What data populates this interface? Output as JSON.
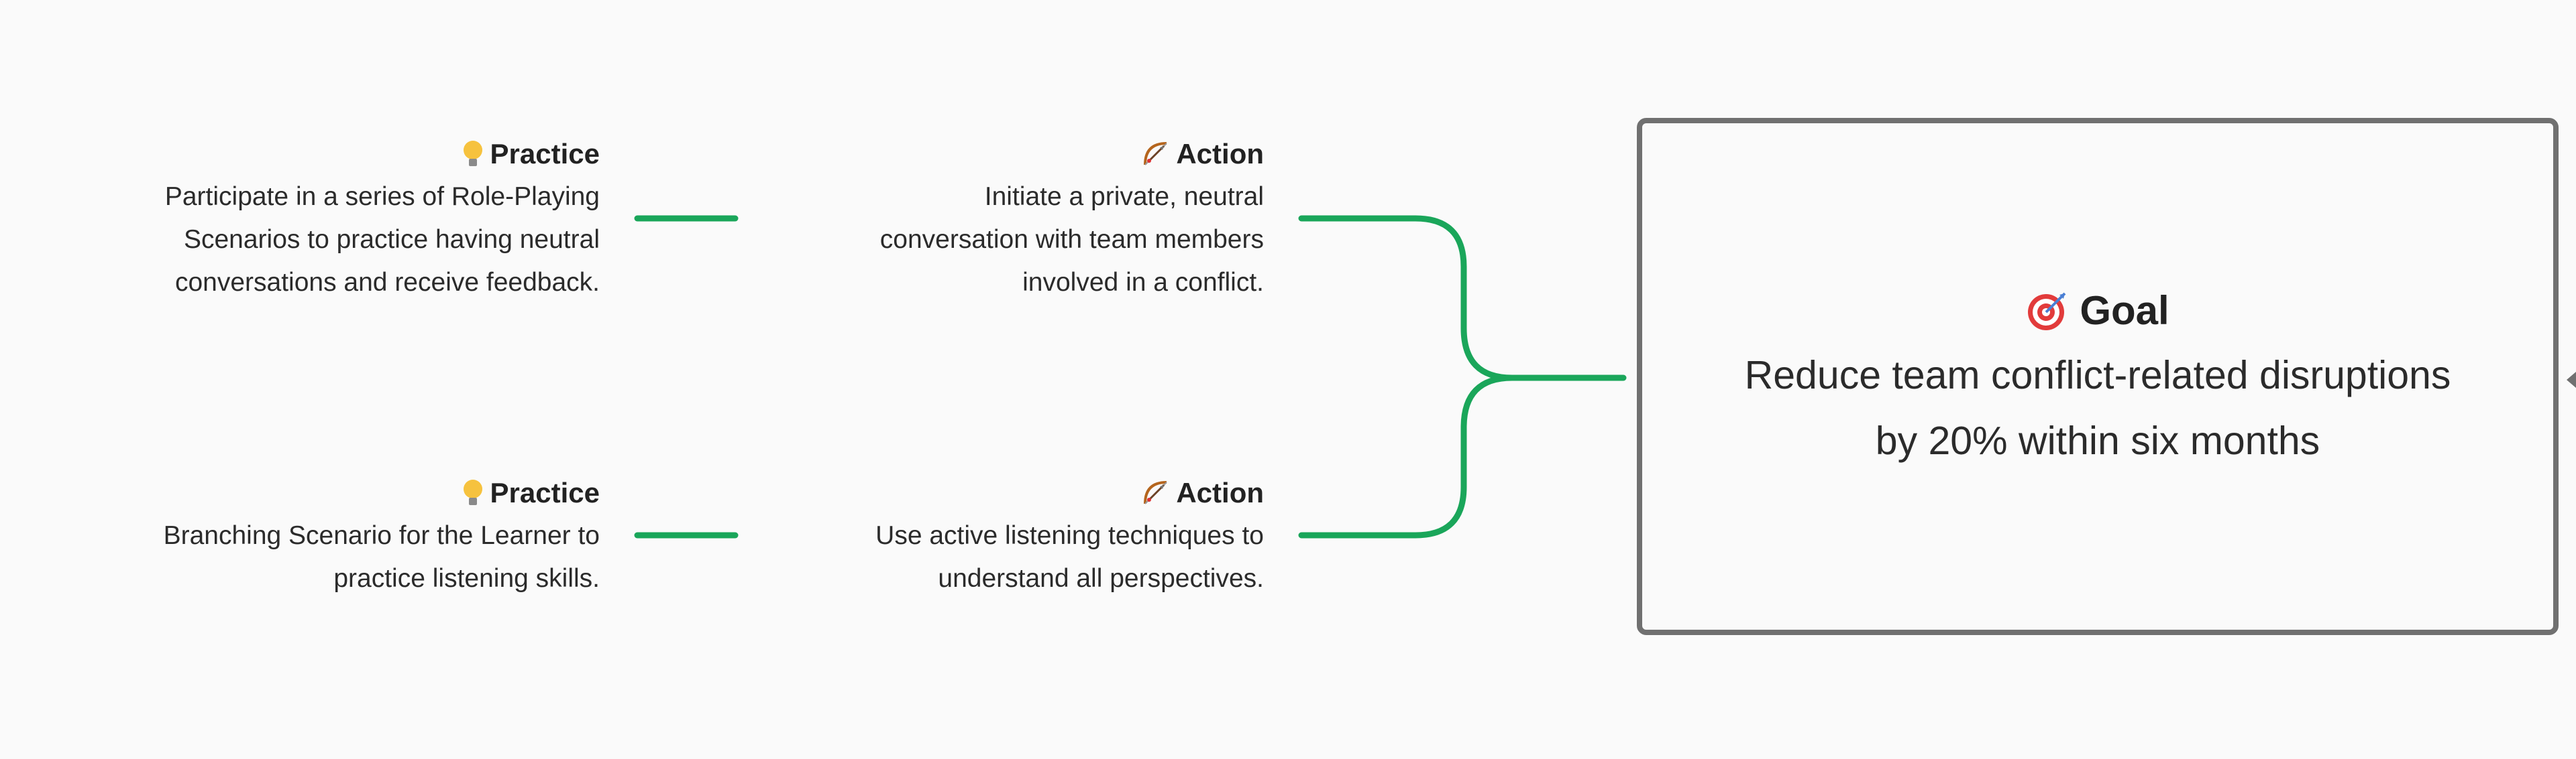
{
  "practice_1": {
    "heading": "Practice",
    "icon": "lightbulb-icon",
    "body": "Participate in a series of Role-Playing \nScenarios to practice having neutral \nconversations and receive feedback."
  },
  "practice_2": {
    "heading": "Practice",
    "icon": "lightbulb-icon",
    "body": "Branching Scenario for the Learner to \npractice listening skills."
  },
  "action_1": {
    "heading": "Action",
    "icon": "bow-and-arrow-icon",
    "body": "Initiate a private, neutral \nconversation with team members \ninvolved in a conflict."
  },
  "action_2": {
    "heading": "Action",
    "icon": "bow-and-arrow-icon",
    "body": "Use active listening techniques to \nunderstand all perspectives."
  },
  "goal": {
    "heading": "Goal",
    "icon": "target-icon",
    "text": "Reduce team conflict-related disruptions\nby 20% within six months"
  },
  "colors": {
    "connector": "#1aa65a",
    "goal_border": "#707070",
    "background": "#fafafa"
  }
}
